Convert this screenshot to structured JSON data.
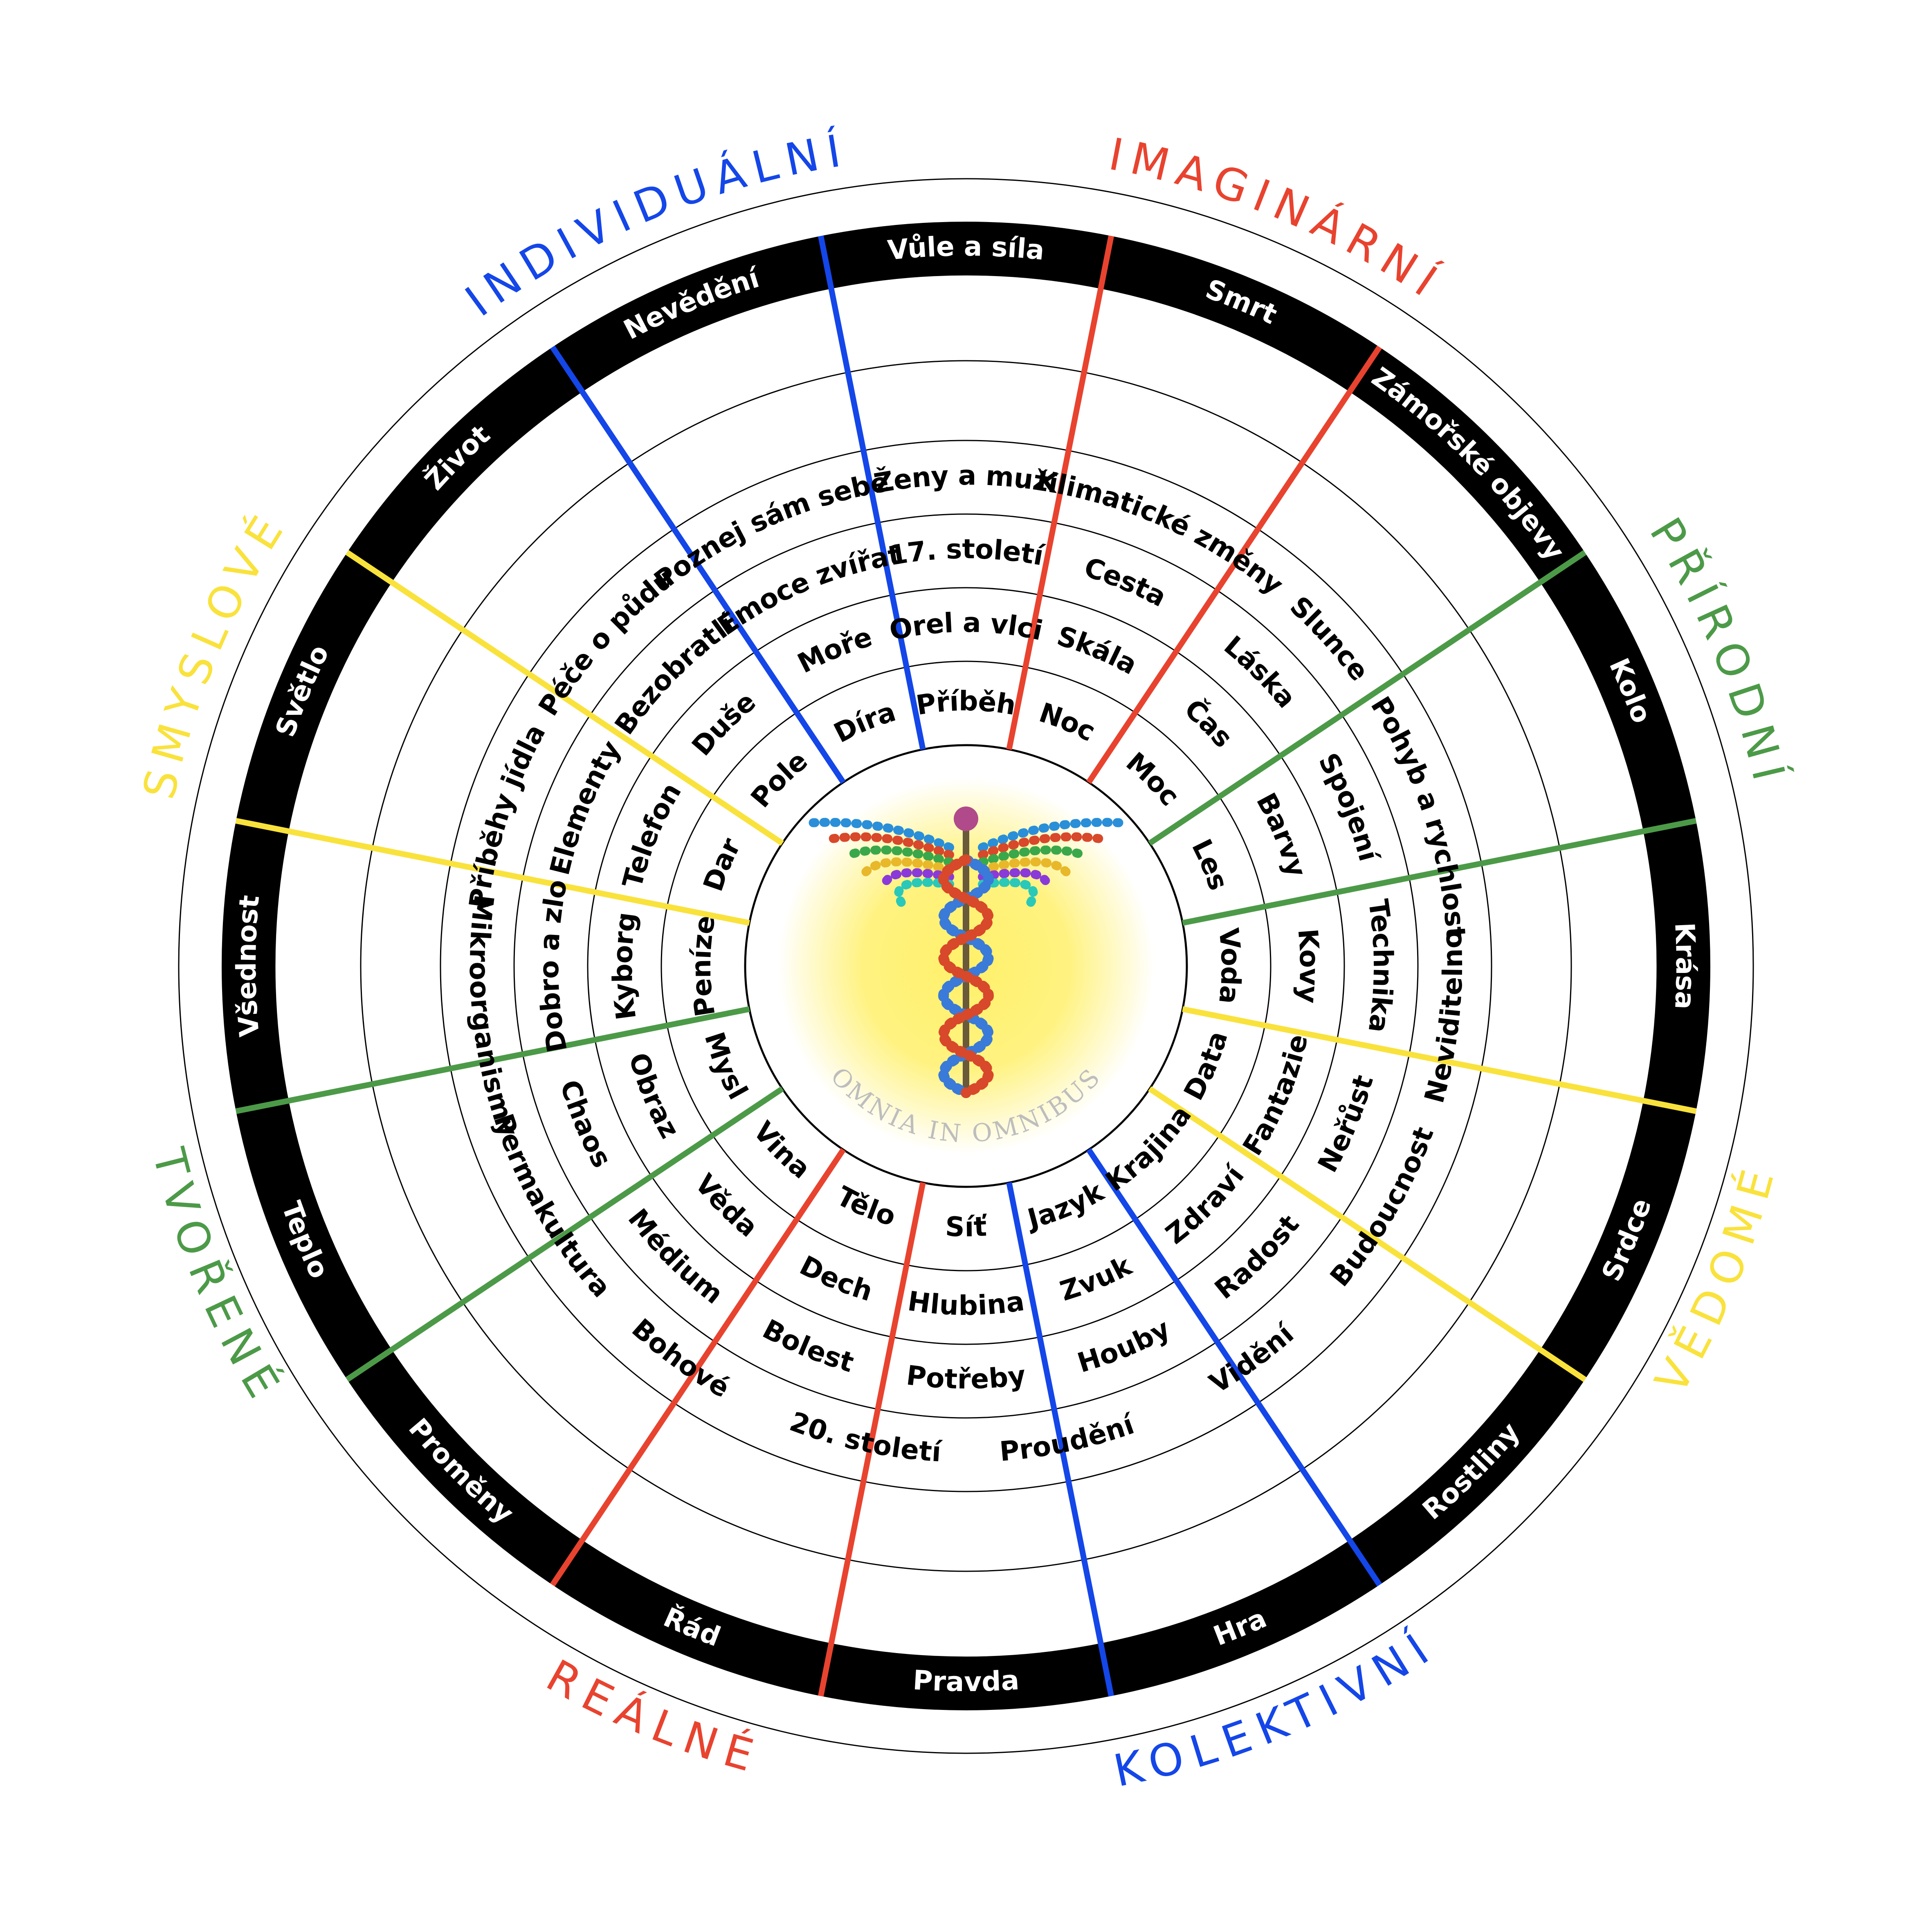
{
  "motto": "OMNIA IN OMNIBUS",
  "colors": {
    "red": "#e8432f",
    "blue": "#1446e8",
    "yellow": "#f9e23c",
    "green": "#4c9a48",
    "band": "#000000",
    "center_glow": "#fff06a"
  },
  "center_icon": "caduceus-icon",
  "categories": [
    {
      "label": "INDIVIDUÁLNÍ",
      "color": "#1446e8"
    },
    {
      "label": "IMAGINÁRNÍ",
      "color": "#e8432f"
    },
    {
      "label": "PŘÍRODNÍ",
      "color": "#4c9a48"
    },
    {
      "label": "VĚDOMÉ",
      "color": "#f9e23c"
    },
    {
      "label": "KOLEKTIVNÍ",
      "color": "#1446e8"
    },
    {
      "label": "REÁLNÉ",
      "color": "#e8432f"
    },
    {
      "label": "TVOŘENÉ",
      "color": "#4c9a48"
    },
    {
      "label": "SMYSLOVÉ",
      "color": "#f9e23c"
    }
  ],
  "outer_band": [
    "Vůle a síla",
    "Smrt",
    "Zámořské objevy",
    "Kolo",
    "Krása",
    "Srdce",
    "Rostliny",
    "Hra",
    "Pravda",
    "Řád",
    "Proměny",
    "Teplo",
    "Všednost",
    "Světlo",
    "Život",
    "Nevědění"
  ],
  "rings": [
    [
      "Příběh",
      "Noc",
      "Moc",
      "Les",
      "Voda",
      "Data",
      "Krajina",
      "Jazyk",
      "Síť",
      "Tělo",
      "Vina",
      "Mysl",
      "Peníze",
      "Dar",
      "Pole",
      "Díra"
    ],
    [
      "Orel a vlci",
      "Skála",
      "Čas",
      "Barvy",
      "Kovy",
      "Fantazie",
      "Zdraví",
      "Zvuk",
      "Hlubina",
      "Dech",
      "Věda",
      "Obraz",
      "Kyborg",
      "Telefon",
      "Duše",
      "Moře"
    ],
    [
      "17. století",
      "Cesta",
      "Láska",
      "Spojení",
      "Technika",
      "Neřůst",
      "Radost",
      "Houby",
      "Potřeby",
      "Bolest",
      "Médium",
      "Chaos",
      "Dobro a zlo",
      "Elementy",
      "Bezobratlí",
      "Emoce zvířat"
    ],
    [
      "Ženy a muži",
      "Klimatické změny",
      "Slunce",
      "Pohyb a rychlost",
      "Neviditelno",
      "Budoucnost",
      "Vidění",
      "Proudění",
      "20. století",
      "Bohové",
      "Permakultura",
      "Mikroorganismy",
      "Příběhy jídla",
      "Péče o půdu",
      "Poznej sám sebe"
    ]
  ]
}
